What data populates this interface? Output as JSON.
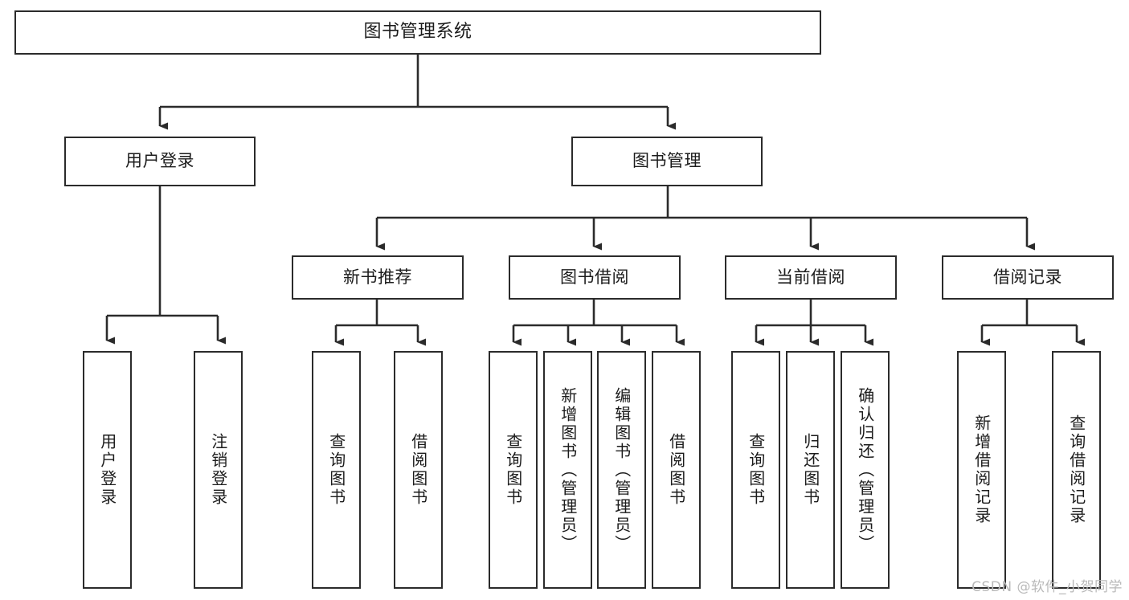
{
  "diagram": {
    "type": "tree-hierarchy",
    "title": "图书管理系统",
    "orientation": "top-down",
    "colors": {
      "node_border": "#2b2b2b",
      "node_fill": "#ffffff",
      "edge": "#2b2b2b",
      "text": "#1c1c1c",
      "watermark": "#b9b9b9"
    },
    "root": {
      "id": "root",
      "label": "图书管理系统"
    },
    "level2": [
      {
        "id": "user-login",
        "label": "用户登录"
      },
      {
        "id": "book-manage",
        "label": "图书管理"
      }
    ],
    "level3": [
      {
        "id": "new-book-rec",
        "label": "新书推荐"
      },
      {
        "id": "book-borrow",
        "label": "图书借阅"
      },
      {
        "id": "current-borrow",
        "label": "当前借阅"
      },
      {
        "id": "borrow-record",
        "label": "借阅记录"
      }
    ],
    "leaves": {
      "user-login": [
        {
          "id": "leaf-user-login",
          "label": "用户登录"
        },
        {
          "id": "leaf-logout-login",
          "label": "注销登录"
        }
      ],
      "new-book-rec": [
        {
          "id": "leaf-query-book-1",
          "label": "查询图书"
        },
        {
          "id": "leaf-borrow-book-1",
          "label": "借阅图书"
        }
      ],
      "book-borrow": [
        {
          "id": "leaf-query-book-2",
          "label": "查询图书"
        },
        {
          "id": "leaf-add-book",
          "label": "新增图书（管理员）"
        },
        {
          "id": "leaf-edit-book",
          "label": "编辑图书（管理员）"
        },
        {
          "id": "leaf-borrow-book-2",
          "label": "借阅图书"
        }
      ],
      "current-borrow": [
        {
          "id": "leaf-query-book-3",
          "label": "查询图书"
        },
        {
          "id": "leaf-return-book",
          "label": "归还图书"
        },
        {
          "id": "leaf-confirm-return",
          "label": "确认归还（管理员）"
        }
      ],
      "borrow-record": [
        {
          "id": "leaf-add-record",
          "label": "新增借阅记录"
        },
        {
          "id": "leaf-query-record",
          "label": "查询借阅记录"
        }
      ]
    }
  },
  "watermark": {
    "text": "CSDN @软件_小贺同学"
  }
}
